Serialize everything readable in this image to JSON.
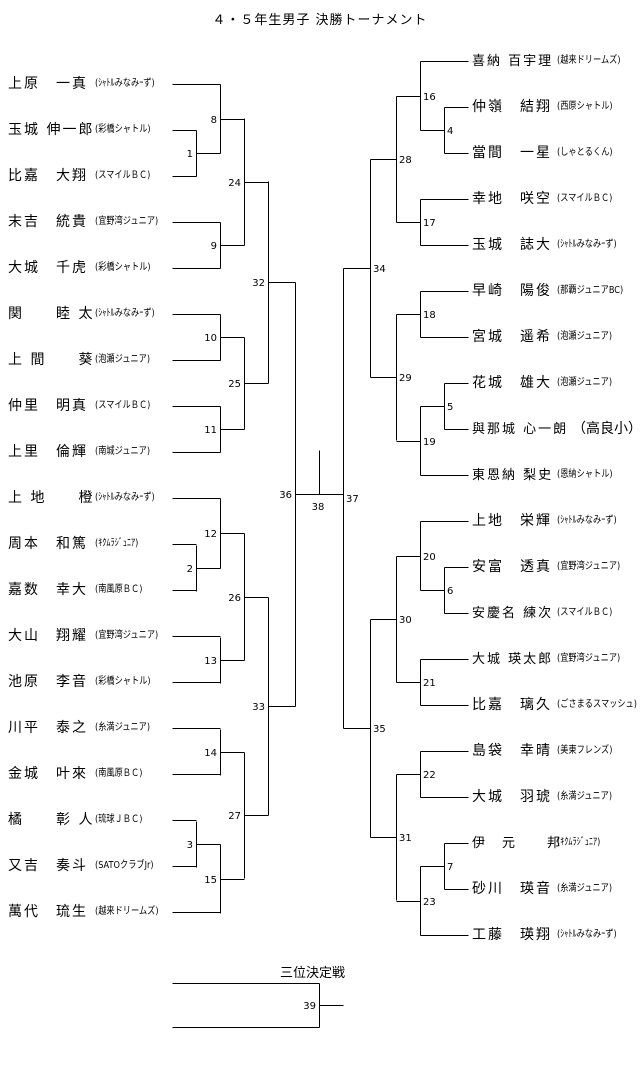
{
  "title": "４・５年生男子 決勝トーナメント",
  "third_place_title": "三位決定戦",
  "left_players": [
    {
      "name": "上原　一真",
      "team": "(ｼｬﾄﾙみなみｰず)"
    },
    {
      "name": "玉城 伸一郎",
      "team": "(彩橋シャトル)"
    },
    {
      "name": "比嘉　大翔",
      "team": "(スマイルＢＣ)"
    },
    {
      "name": "末吉　統貴",
      "team": "(宜野湾ジュニア)"
    },
    {
      "name": "大城　千虎",
      "team": "(彩橋シャトル)"
    },
    {
      "name": "関　　睦 太",
      "team": "(ｼｬﾄﾙみなみｰず)"
    },
    {
      "name": "上 間　　葵",
      "team": "(泡瀬ジュニア)"
    },
    {
      "name": "仲里　明真",
      "team": "(スマイルＢＣ)"
    },
    {
      "name": "上里　倫輝",
      "team": "(南城ジュニア)"
    },
    {
      "name": "上 地　　橙",
      "team": "(ｼｬﾄﾙみなみｰず)"
    },
    {
      "name": "周本　和篤",
      "team": "(ｷｸﾑﾗｼﾞｭﾆｱ)"
    },
    {
      "name": "嘉数　幸大",
      "team": "(南風原ＢＣ)"
    },
    {
      "name": "大山　翔耀",
      "team": "(宜野湾ジュニア)"
    },
    {
      "name": "池原　李音",
      "team": "(彩橋シャトル)"
    },
    {
      "name": "川平　泰之",
      "team": "(糸満ジュニア)"
    },
    {
      "name": "金城　叶來",
      "team": "(南風原ＢＣ)"
    },
    {
      "name": "橘　　彰 人",
      "team": "(琉球ＪＢＣ)"
    },
    {
      "name": "又吉　奏斗",
      "team": "(SATOクラブJr)"
    },
    {
      "name": "萬代　琉生",
      "team": "(越来ドリームズ)"
    }
  ],
  "right_players": [
    {
      "name": "喜納 百宇理",
      "team": "(越来ドリームズ)"
    },
    {
      "name": "仲嶺　結翔",
      "team": "(西原シャトル)"
    },
    {
      "name": "當間　一星",
      "team": "(しゃとるくん)"
    },
    {
      "name": "幸地　咲空",
      "team": "(スマイルＢＣ)"
    },
    {
      "name": "玉城　誌大",
      "team": "(ｼｬﾄﾙみなみｰず)"
    },
    {
      "name": "早崎　陽俊",
      "team": "(那覇ジュニアBC)"
    },
    {
      "name": "宮城　遥希",
      "team": "(泡瀬ジュニア)"
    },
    {
      "name": "花城　雄大",
      "team": "(泡瀬ジュニア)"
    },
    {
      "name": "與那城 心一朗",
      "team": "（高良小）"
    },
    {
      "name": "東恩納 梨史",
      "team": "(恩納シャトル)"
    },
    {
      "name": "上地　栄輝",
      "team": "(ｼｬﾄﾙみなみｰず)"
    },
    {
      "name": "安富　透真",
      "team": "(宜野湾ジュニア)"
    },
    {
      "name": "安慶名 練次",
      "team": "(スマイルＢＣ)"
    },
    {
      "name": "大城 瑛太郎",
      "team": "(宜野湾ジュニア)"
    },
    {
      "name": "比嘉　璃久",
      "team": "(ごさまるスマッシュ)"
    },
    {
      "name": "島袋　幸晴",
      "team": "(美東フレンズ)"
    },
    {
      "name": "大城　羽琥",
      "team": "(糸満ジュニア)"
    },
    {
      "name": "伊　元　　邦",
      "team": "(ｷｸﾑﾗｼﾞｭﾆｱ)"
    },
    {
      "name": "砂川　瑛音",
      "team": "(糸満ジュニア)"
    },
    {
      "name": "工藤　瑛翔",
      "team": "(ｼｬﾄﾙみなみｰず)"
    }
  ],
  "matches": {
    "m1": "1",
    "m2": "2",
    "m3": "3",
    "m4": "4",
    "m5": "5",
    "m6": "6",
    "m7": "7",
    "m8": "8",
    "m9": "9",
    "m10": "10",
    "m11": "11",
    "m12": "12",
    "m13": "13",
    "m14": "14",
    "m15": "15",
    "m16": "16",
    "m17": "17",
    "m18": "18",
    "m19": "19",
    "m20": "20",
    "m21": "21",
    "m22": "22",
    "m23": "23",
    "m24": "24",
    "m25": "25",
    "m26": "26",
    "m27": "27",
    "m28": "28",
    "m29": "29",
    "m30": "30",
    "m31": "31",
    "m32": "32",
    "m33": "33",
    "m34": "34",
    "m35": "35",
    "m36": "36",
    "m37": "37",
    "m38": "38",
    "m39": "39"
  }
}
